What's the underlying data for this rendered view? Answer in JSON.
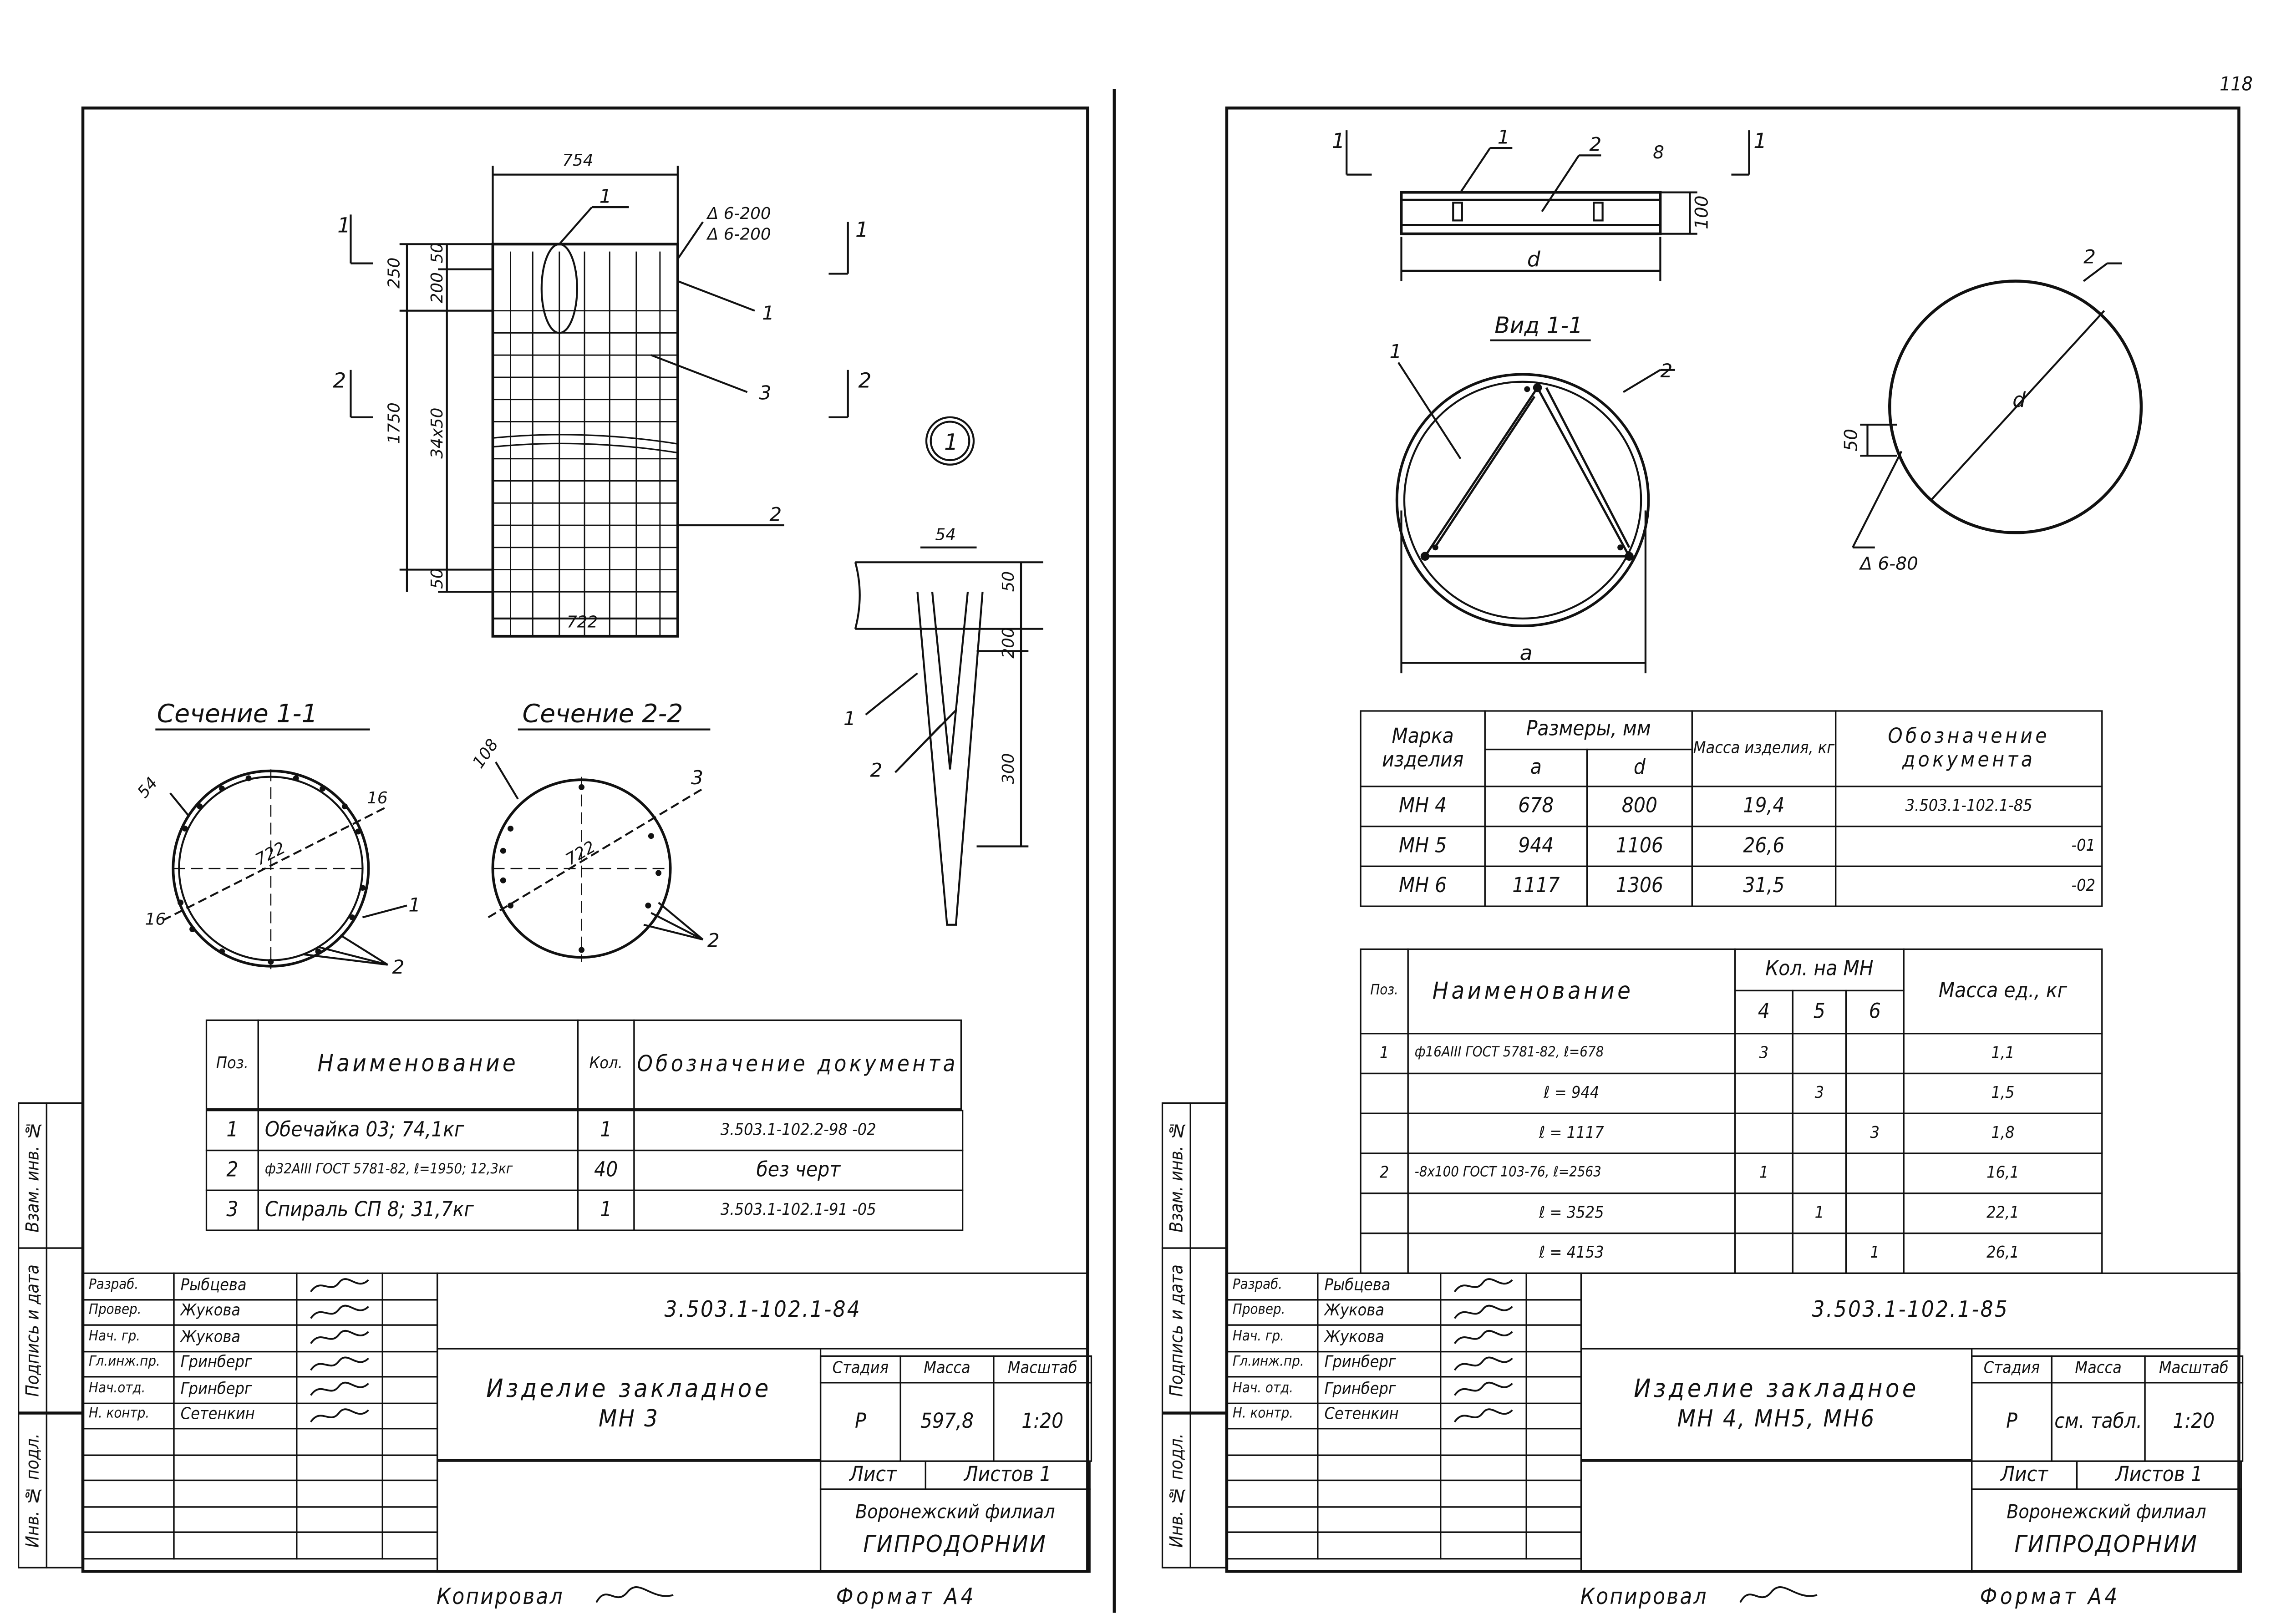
{
  "page_number": "118",
  "left_sheet": {
    "drawing": {
      "top_width": "754",
      "dim_250": "250",
      "dim_200": "200",
      "dim_50_top": "50",
      "dim_1750": "1750",
      "dim_34x50": "34x50",
      "dim_50_bottom": "50",
      "bottom_width": "722",
      "weld_1": "Δ 6-200",
      "weld_2": "Δ 6-200",
      "pos_1_top": "1",
      "pos_1_right": "1",
      "pos_3": "3",
      "pos_2": "2",
      "section_mark_1_left": "1",
      "section_mark_1_right": "1",
      "section_mark_2_left": "2",
      "section_mark_2_right": "2",
      "node_label": "1",
      "detail_54": "54",
      "detail_50": "50",
      "detail_200": "200",
      "detail_300": "300",
      "detail_pos_1": "1",
      "detail_pos_2": "2",
      "section_1_title": "Сечение 1-1",
      "section_2_title": "Сечение 2-2",
      "s1_54": "54",
      "s1_16a": "16",
      "s1_722": "722",
      "s1_16b": "16",
      "s1_pos_1": "1",
      "s1_pos_2": "2",
      "s2_108": "108",
      "s2_pos_3": "3",
      "s2_722": "722",
      "s2_pos_2": "2"
    },
    "spec_table": {
      "headers": [
        "Поз.",
        "Наименование",
        "Кол.",
        "Обозначение документа"
      ],
      "rows": [
        [
          "1",
          "Обечайка 03; 74,1кг",
          "1",
          "3.503.1-102.2-98  -02"
        ],
        [
          "2",
          "ф32АIII ГОСТ 5781-82, ℓ=1950; 12,3кг",
          "40",
          "без черт"
        ],
        [
          "3",
          "Спираль СП 8; 31,7кг",
          "1",
          "3.503.1-102.1-91  -05"
        ]
      ]
    },
    "title_block": {
      "roles": [
        "Разраб.",
        "Провер.",
        "Нач. гр.",
        "Гл.инж.пр.",
        "Нач.отд.",
        "Н. контр."
      ],
      "names": [
        "Рыбцева",
        "Жукова",
        "Жукова",
        "Гринберг",
        "Гринберг",
        "Сетенкин"
      ],
      "code": "3.503.1-102.1-84",
      "title": "Изделие закладное",
      "subtitle": "МН 3",
      "stage_label": "Стадия",
      "mass_label": "Масса",
      "scale_label": "Масштаб",
      "stage": "Р",
      "mass": "597,8",
      "scale": "1:20",
      "sheet_label": "Лист",
      "sheets_label": "Листов 1",
      "org_1": "Воронежский филиал",
      "org_2": "ГИПРОДОРНИИ"
    },
    "side_strip": [
      "Инв. № подл.",
      "Подпись и дата",
      "Взам. инв. №"
    ],
    "footer_copied": "Копировал",
    "footer_format": "Формат А4"
  },
  "right_sheet": {
    "drawing": {
      "section_mark_left": "1",
      "section_mark_right": "1",
      "pos_1": "1",
      "pos_2": "2",
      "dim_8": "8",
      "dim_100": "100",
      "dim_d": "d",
      "view_title": "Вид 1-1",
      "view_pos_1": "1",
      "view_pos_2": "2",
      "view_a": "a",
      "ring_pos_2": "2",
      "ring_d": "d",
      "ring_50": "50",
      "ring_weld": "Δ 6-80"
    },
    "size_table": {
      "headers": [
        "Марка изделия",
        "Размеры, мм",
        "Масса изделия, кг",
        "Обозначение документа"
      ],
      "sub_headers": [
        "a",
        "d"
      ],
      "rows": [
        [
          "МН 4",
          "678",
          "800",
          "19,4",
          "3.503.1-102.1-85"
        ],
        [
          "МН 5",
          "944",
          "1106",
          "26,6",
          "-01"
        ],
        [
          "МН 6",
          "1117",
          "1306",
          "31,5",
          "-02"
        ]
      ]
    },
    "spec_table": {
      "headers": [
        "Поз.",
        "Наименование",
        "Кол. на МН",
        "Масса ед., кг"
      ],
      "sub_headers": [
        "4",
        "5",
        "6"
      ],
      "rows": [
        [
          "1",
          "ф16АIII ГОСТ 5781-82, ℓ=678",
          "3",
          "",
          "",
          "1,1"
        ],
        [
          "",
          "ℓ = 944",
          "",
          "3",
          "",
          "1,5"
        ],
        [
          "",
          "ℓ = 1117",
          "",
          "",
          "3",
          "1,8"
        ],
        [
          "2",
          "-8x100 ГОСТ 103-76, ℓ=2563",
          "1",
          "",
          "",
          "16,1"
        ],
        [
          "",
          "ℓ = 3525",
          "",
          "1",
          "",
          "22,1"
        ],
        [
          "",
          "ℓ = 4153",
          "",
          "",
          "1",
          "26,1"
        ]
      ]
    },
    "title_block": {
      "roles": [
        "Разраб.",
        "Провер.",
        "Нач. гр.",
        "Гл.инж.пр.",
        "Нач. отд.",
        "Н. контр."
      ],
      "names": [
        "Рыбцева",
        "Жукова",
        "Жукова",
        "Гринберг",
        "Гринберг",
        "Сетенкин"
      ],
      "code": "3.503.1-102.1-85",
      "title": "Изделие закладное",
      "subtitle": "МН 4, МН5, МН6",
      "stage_label": "Стадия",
      "mass_label": "Масса",
      "scale_label": "Масштаб",
      "stage": "Р",
      "mass": "см. табл.",
      "scale": "1:20",
      "sheet_label": "Лист",
      "sheets_label": "Листов 1",
      "org_1": "Воронежский филиал",
      "org_2": "ГИПРОДОРНИИ"
    },
    "side_strip": [
      "Инв. № подл.",
      "Подпись и дата",
      "Взам. инв. №"
    ],
    "footer_copied": "Копировал",
    "footer_format": "Формат А4"
  }
}
